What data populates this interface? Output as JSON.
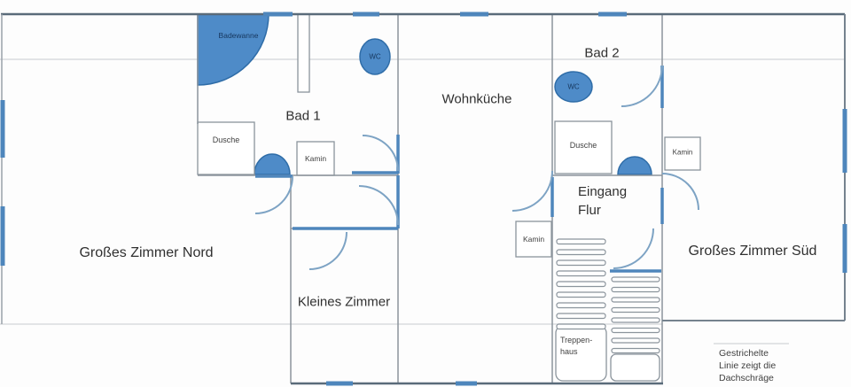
{
  "rooms": {
    "bad1": "Bad 1",
    "bad2": "Bad 2",
    "wohnkueche": "Wohnküche",
    "grosses_zimmer_nord": "Großes Zimmer Nord",
    "kleines_zimmer": "Kleines Zimmer",
    "grosses_zimmer_sued": "Großes Zimmer Süd",
    "eingang": {
      "line1": "Eingang",
      "line2": "Flur"
    },
    "treppenhaus": {
      "line1": "Treppen-",
      "line2": "haus"
    }
  },
  "fixtures": {
    "badewanne": "Badewanne",
    "wc1": "WC",
    "wc2": "WC",
    "dusche1": "Dusche",
    "dusche2": "Dusche",
    "kamin1": "Kamin",
    "kamin2": "Kamin",
    "kamin3": "Kamin"
  },
  "legend": {
    "line1": "Gestrichelte",
    "line2": "Linie zeigt die",
    "line3": "Dachschräge"
  },
  "colors": {
    "fixture_blue": "#4e8bc8",
    "fixture_border": "#2f6da8",
    "door_window_blue": "#4e86bc",
    "door_arc_blue": "#7da3c4",
    "wall_dark": "#5a6b7a",
    "wall_light": "#8b949c",
    "roof_line": "#d9dcde",
    "text_dark": "#303030"
  }
}
